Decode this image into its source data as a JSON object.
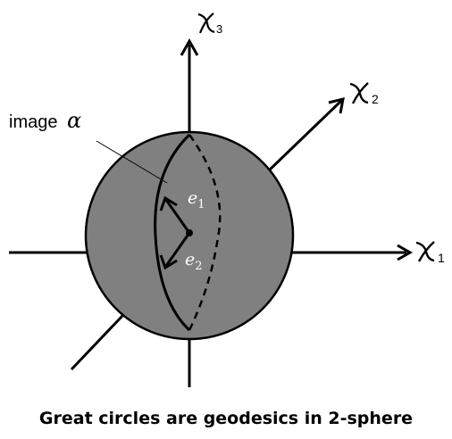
{
  "labels": {
    "x1": "1",
    "x2": "2",
    "x3": "3",
    "image": "image",
    "alpha": "α",
    "e1_sub": "1",
    "e2_sub": "2"
  },
  "caption": "Great circles are geodesics in 2-sphere",
  "colors": {
    "sphere_fill": "#808080",
    "ink": "#000000",
    "vector_label": "#ffffff"
  }
}
